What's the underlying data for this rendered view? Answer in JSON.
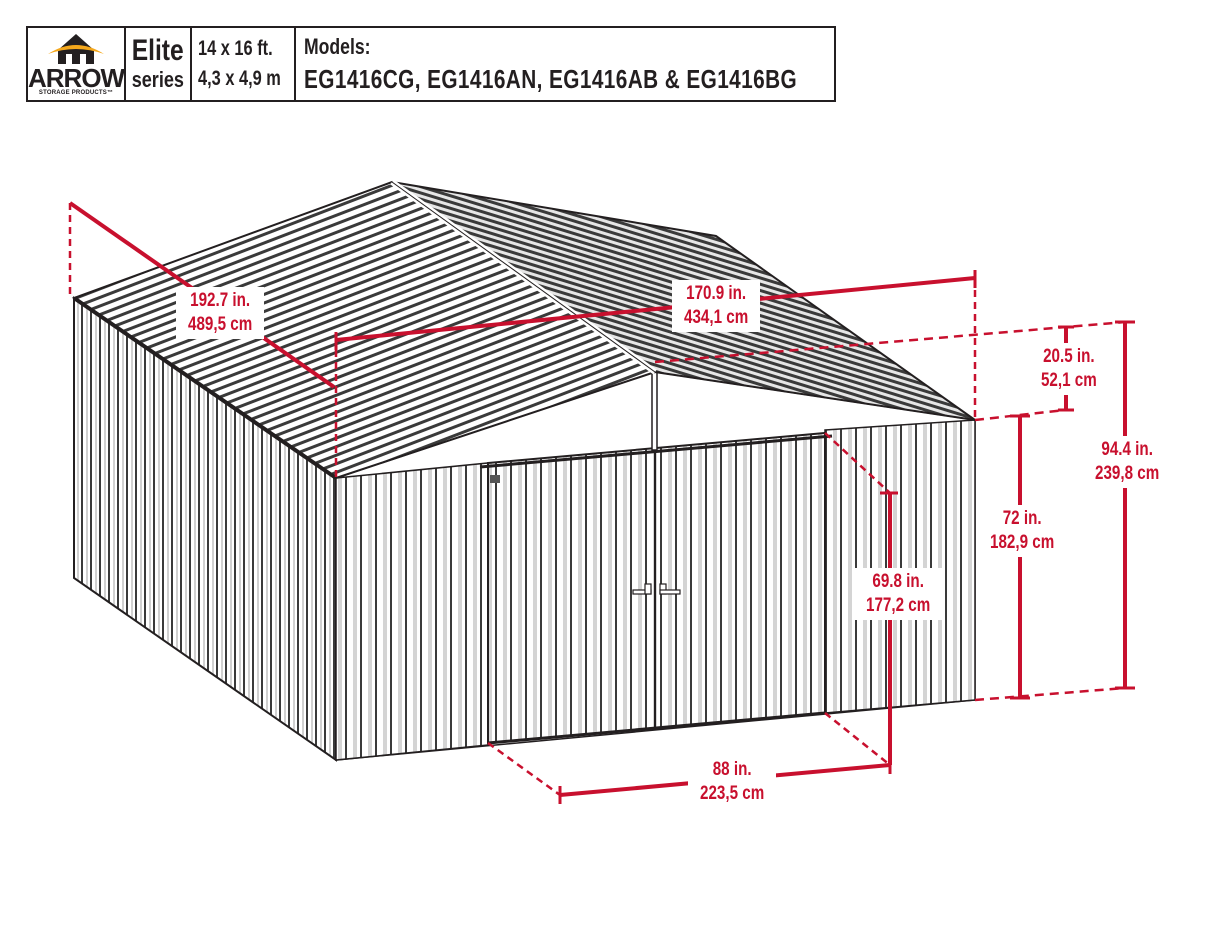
{
  "header": {
    "brand": {
      "name": "ARROW",
      "tagline": "STORAGE PRODUCTS™",
      "roof_color": "#f5a81c",
      "house_color": "#231f20"
    },
    "series": {
      "name": "Elite",
      "label": "series"
    },
    "size": {
      "imperial": "14 x 16 ft.",
      "metric": "4,3 x 4,9 m"
    },
    "models": {
      "label": "Models:",
      "list": "EG1416CG, EG1416AN, EG1416AB & EG1416BG"
    }
  },
  "colors": {
    "dimension": "#c8102e",
    "outline": "#231f20",
    "panel_shade": "#c9c9c9"
  },
  "dimensions": {
    "side_depth": {
      "imperial": "192.7 in.",
      "metric": "489,5 cm"
    },
    "front_width": {
      "imperial": "170.9 in.",
      "metric": "434,1 cm"
    },
    "gable_rise": {
      "imperial": "20.5 in.",
      "metric": "52,1 cm"
    },
    "total_height": {
      "imperial": "94.4 in.",
      "metric": "239,8 cm"
    },
    "wall_height": {
      "imperial": "72 in.",
      "metric": "182,9 cm"
    },
    "door_height": {
      "imperial": "69.8 in.",
      "metric": "177,2 cm"
    },
    "door_width": {
      "imperial": "88 in.",
      "metric": "223,5 cm"
    }
  }
}
